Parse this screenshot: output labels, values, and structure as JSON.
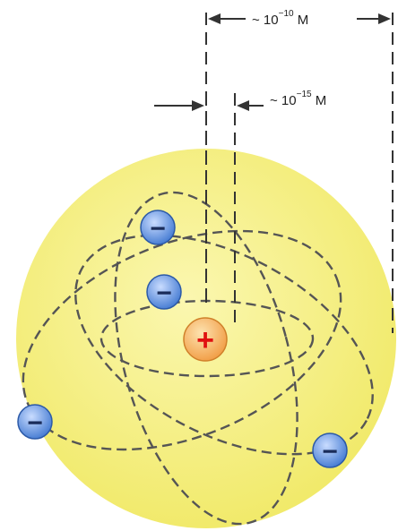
{
  "labels": {
    "atom_size": {
      "prefix": "~ 10",
      "exponent": "−10",
      "unit": "M"
    },
    "nucleus_size": {
      "prefix": "~ 10",
      "exponent": "−15",
      "unit": "M"
    }
  },
  "symbols": {
    "nucleus": "+",
    "electron": "−"
  },
  "colors": {
    "atom_fill": "#f5f082",
    "nucleus_fill": "#f4a64a",
    "nucleus_sign": "#e01010",
    "electron_fill": "#5b8fe0",
    "electron_sign": "#1a2c5a",
    "lines": "#333333"
  },
  "icons": [
    "atom-sphere",
    "nucleus-plus-icon",
    "electron-minus-icon"
  ]
}
